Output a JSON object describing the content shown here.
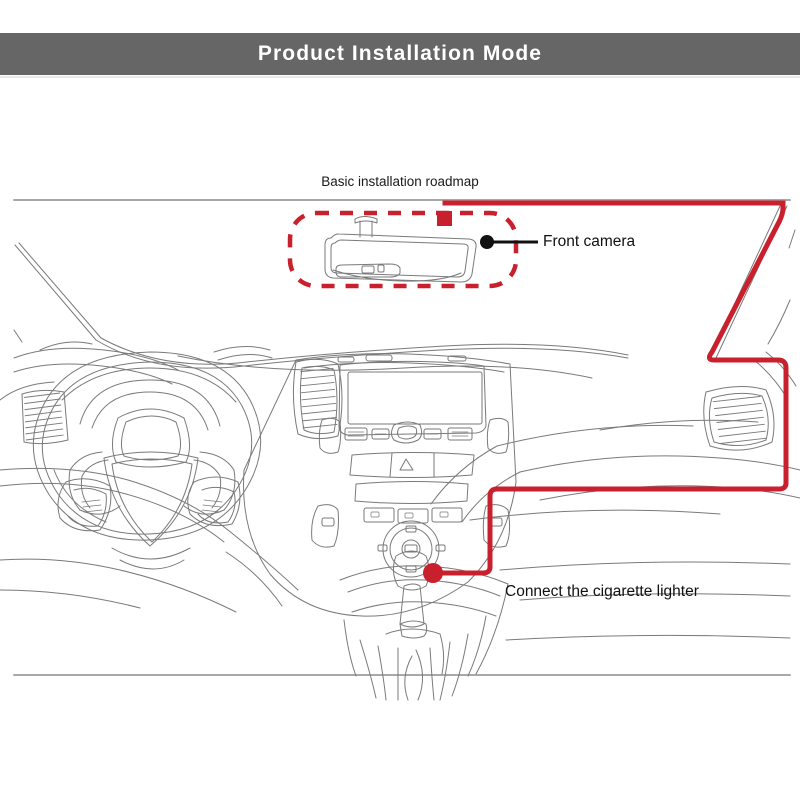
{
  "header": {
    "title": "Product Installation Mode",
    "background_color": "#666666",
    "text_color": "#ffffff"
  },
  "diagram": {
    "subtitle": "Basic installation roadmap",
    "wire_color": "#c8202c",
    "line_color": "#7a7a7a",
    "background_color": "#ffffff",
    "scene": "car interior dashboard line drawing, driver point of view",
    "callouts": [
      {
        "id": "front-camera",
        "label": "Front camera",
        "marker": "black-dot",
        "marker_color": "#111111",
        "target": "rearview mirror dash camera"
      },
      {
        "id": "cigarette-lighter",
        "label": "Connect the cigarette lighter",
        "marker": "red-dot",
        "marker_color": "#c8202c",
        "target": "center console 12v socket"
      }
    ],
    "highlight_box": {
      "style": "dashed-rounded-rectangle",
      "color": "#c8202c",
      "encloses": "rearview mirror camera mount"
    },
    "connector": {
      "style": "solid-square",
      "color": "#c8202c",
      "label": "wire tap point"
    }
  }
}
